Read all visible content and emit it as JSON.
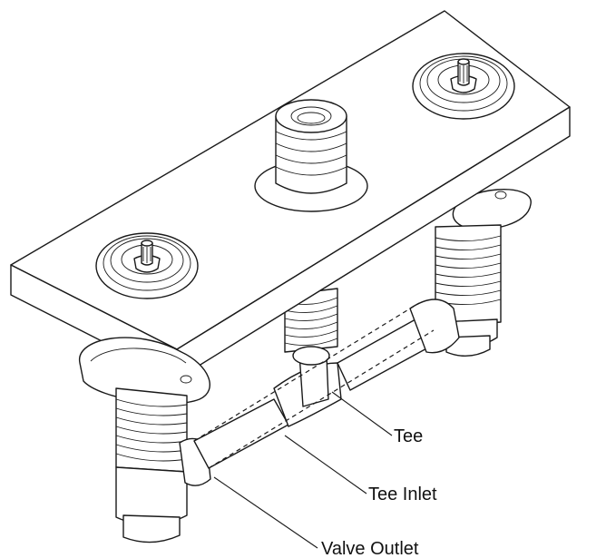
{
  "diagram": {
    "labels": {
      "tee": "Tee",
      "tee_inlet": "Tee Inlet",
      "valve_outlet": "Valve Outlet"
    },
    "line_color": "#1a1a1a",
    "background_color": "#ffffff"
  }
}
